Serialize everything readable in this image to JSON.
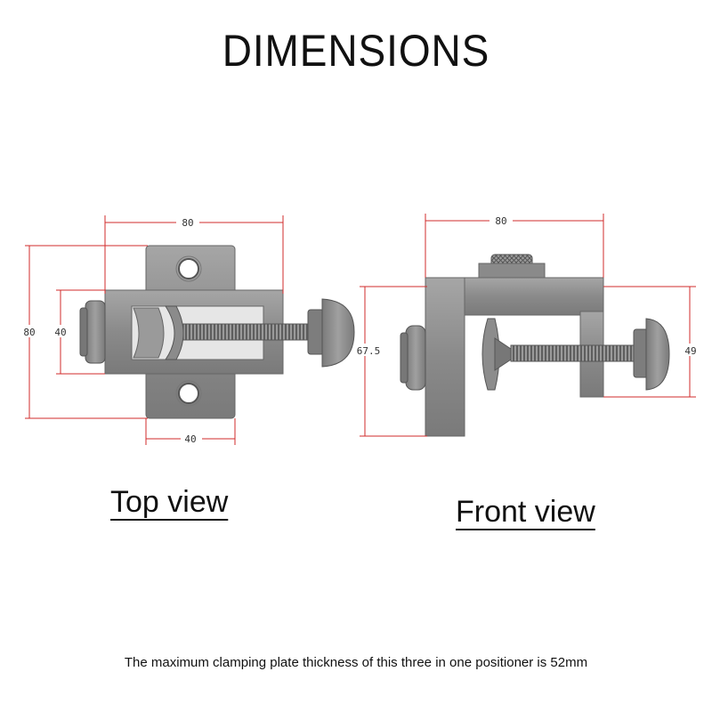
{
  "title": "DIMENSIONS",
  "top_view": {
    "label": "Top view",
    "dims": {
      "width": "80",
      "height": "80",
      "jaw_height": "40",
      "base_width": "40"
    }
  },
  "front_view": {
    "label": "Front view",
    "dims": {
      "width": "80",
      "height": "67.5",
      "screw_height": "49"
    }
  },
  "caption": "The maximum clamping plate thickness of this three in one positioner is 52mm",
  "colors": {
    "dimension_line": "#d22b2b",
    "part": "#8e8e8e",
    "part_dark": "#6b6b6b",
    "part_light": "#b5b5b5"
  }
}
